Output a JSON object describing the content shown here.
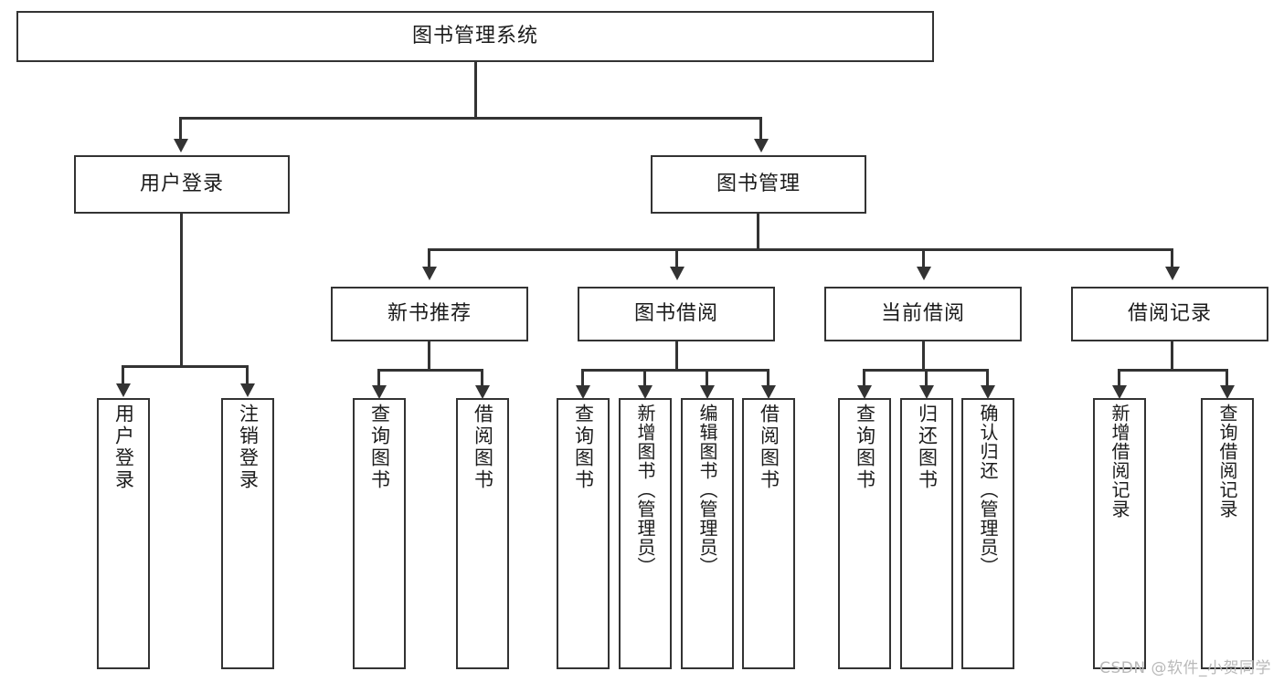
{
  "diagram": {
    "type": "tree-hierarchy",
    "title": "图书管理系统",
    "root": {
      "label": "图书管理系统"
    },
    "level2": [
      {
        "label": "用户登录"
      },
      {
        "label": "图书管理"
      }
    ],
    "level3": [
      {
        "label": "新书推荐"
      },
      {
        "label": "图书借阅"
      },
      {
        "label": "当前借阅"
      },
      {
        "label": "借阅记录"
      }
    ],
    "leaves": {
      "user_login": [
        {
          "label": "用户登录"
        },
        {
          "label": "注销登录"
        }
      ],
      "new_book_recommend": [
        {
          "label": "查询图书"
        },
        {
          "label": "借阅图书"
        }
      ],
      "book_borrow": [
        {
          "label": "查询图书"
        },
        {
          "label": "新增图书（管理员）"
        },
        {
          "label": "编辑图书（管理员）"
        },
        {
          "label": "借阅图书"
        }
      ],
      "current_borrow": [
        {
          "label": "查询图书"
        },
        {
          "label": "归还图书"
        },
        {
          "label": "确认归还（管理员）"
        }
      ],
      "borrow_record": [
        {
          "label": "新增借阅记录"
        },
        {
          "label": "查询借阅记录"
        }
      ]
    }
  },
  "watermark": {
    "text": "CSDN @软件_小贺同学"
  },
  "colors": {
    "stroke": "#333333",
    "fill": "#ffffff",
    "text": "#1b1b1b",
    "watermark": "#b9b9b9"
  }
}
